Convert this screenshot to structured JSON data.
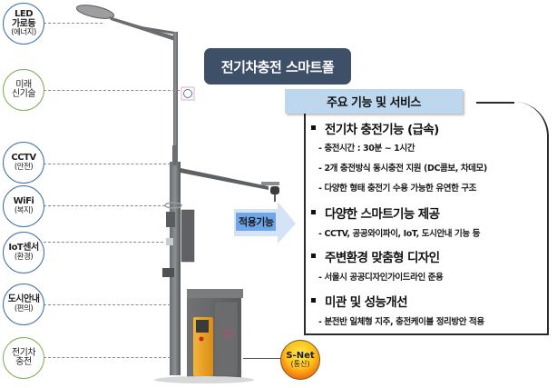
{
  "title": "전기차충전 스마트폴",
  "left_labels": [
    {
      "line1": "LED",
      "line2": "가로등",
      "line3": "(에너지)",
      "color": "blue"
    },
    {
      "line1": "미래",
      "line2": "신기술",
      "line3": "",
      "color": "green"
    },
    {
      "line1": "CCTV",
      "line2": "(안전)",
      "line3": "",
      "color": "blue"
    },
    {
      "line1": "WiFi",
      "line2": "(복지)",
      "line3": "",
      "color": "blue"
    },
    {
      "line1": "IoT센서",
      "line2": "(환경)",
      "line3": "",
      "color": "blue"
    },
    {
      "line1": "도시안내",
      "line2": "(편의)",
      "line3": "",
      "color": "blue"
    },
    {
      "line1": "전기차",
      "line2": "충전",
      "line3": "",
      "color": "green"
    }
  ],
  "arrow_label": "적용기능",
  "snet": {
    "line1": "S-Net",
    "line2": "(통신)"
  },
  "panel": {
    "header": "주요 기능 및 서비스",
    "features": [
      {
        "title": "전기차 충전기능 (급속)",
        "items": [
          "- 충전시간 : 30분 ~ 1시간",
          "- 2개 충전방식 동시충전 지원 (DC콤보, 차데모)",
          "- 다양한 형태 충전기 수용 가능한 유연한 구조"
        ]
      },
      {
        "title": "다양한 스마트기능 제공",
        "items": [
          "-  CCTV, 공공와이파이, IoT, 도시안내 기능 등"
        ]
      },
      {
        "title": "주변환경 맞춤형 디자인",
        "items": [
          "- 서울시 공공디자인가이드라인 준용"
        ]
      },
      {
        "title": "미관 및 성능개선",
        "items": [
          "-  분전반 일체형 지주, 충전케이블 정리방안 적용"
        ]
      }
    ]
  },
  "colors": {
    "title_bg": "#3e4f68",
    "panel_header_bg": "#bdd7ee",
    "circle_blue": "#3f6fa6",
    "circle_green": "#7fae55",
    "arrow": "#6fa6e8",
    "charger_orange": "#f0a020"
  }
}
